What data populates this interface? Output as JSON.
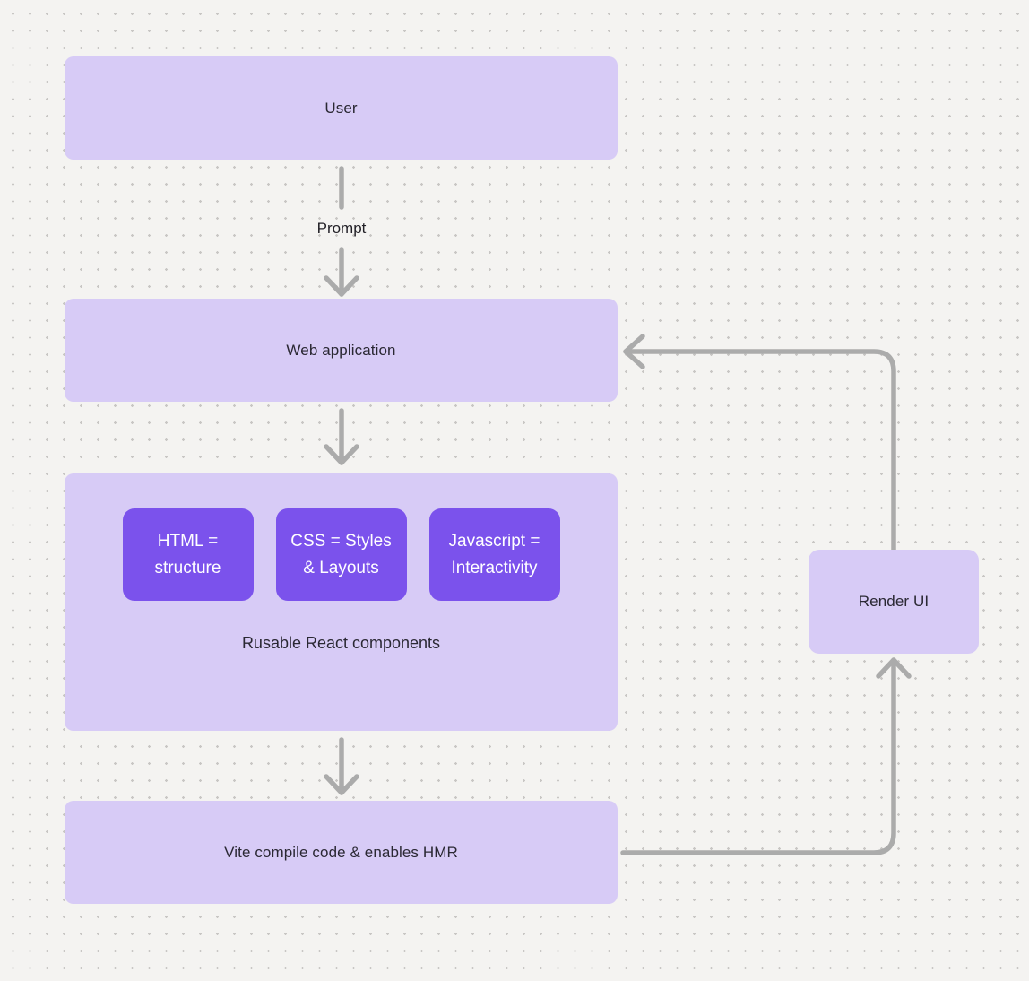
{
  "colors": {
    "background": "#f4f3f1",
    "dot": "#c8c6c4",
    "node_fill": "#d7cbf6",
    "chip_fill": "#7b52ec",
    "connector": "#ababab",
    "label_text": "#2a2833",
    "chip_text": "#ffffff"
  },
  "nodes": {
    "user": {
      "label": "User"
    },
    "web_application": {
      "label": "Web application"
    },
    "components_group": {
      "caption": "Rusable React components",
      "chips": [
        {
          "lines": [
            "HTML =",
            "structure"
          ]
        },
        {
          "lines": [
            "CSS = Styles",
            "& Layouts"
          ]
        },
        {
          "lines": [
            "Javascript =",
            "Interactivity"
          ]
        }
      ]
    },
    "vite": {
      "label": "Vite compile code & enables HMR"
    },
    "render_ui": {
      "label": "Render UI"
    }
  },
  "edges": {
    "prompt_label": "Prompt"
  }
}
